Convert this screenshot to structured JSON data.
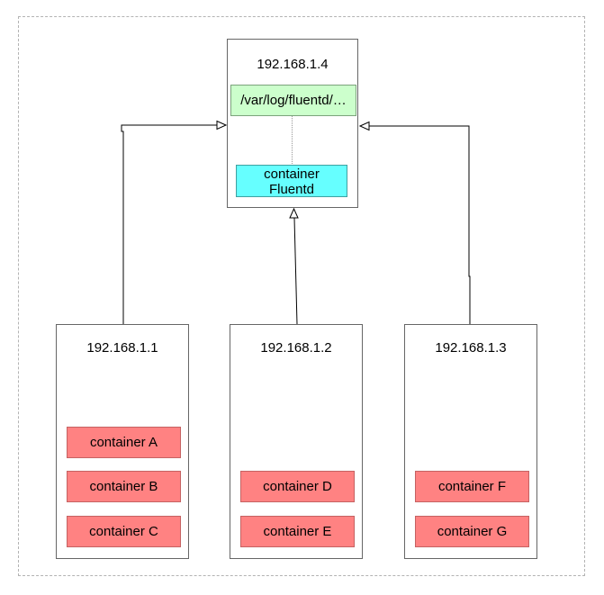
{
  "diagram": {
    "fluentd_host": {
      "title": "192.168.1.4",
      "log_path": "/var/log/fluentd/…",
      "container_line1": "container",
      "container_line2": "Fluentd"
    },
    "hosts": [
      {
        "title": "192.168.1.1",
        "containers": [
          "container A",
          "container B",
          "container C"
        ]
      },
      {
        "title": "192.168.1.2",
        "containers": [
          "container D",
          "container E"
        ]
      },
      {
        "title": "192.168.1.3",
        "containers": [
          "container F",
          "container G"
        ]
      }
    ],
    "colors": {
      "log_fill": "#ccffcc",
      "log_border": "#7ca37c",
      "fluentd_fill": "#66ffff",
      "fluentd_border": "#3fa0a0",
      "container_fill": "#ff8282",
      "container_border": "#c56262",
      "node_border": "#666666",
      "outer_dash": "#b3b3b3",
      "connector": "#000000"
    }
  }
}
